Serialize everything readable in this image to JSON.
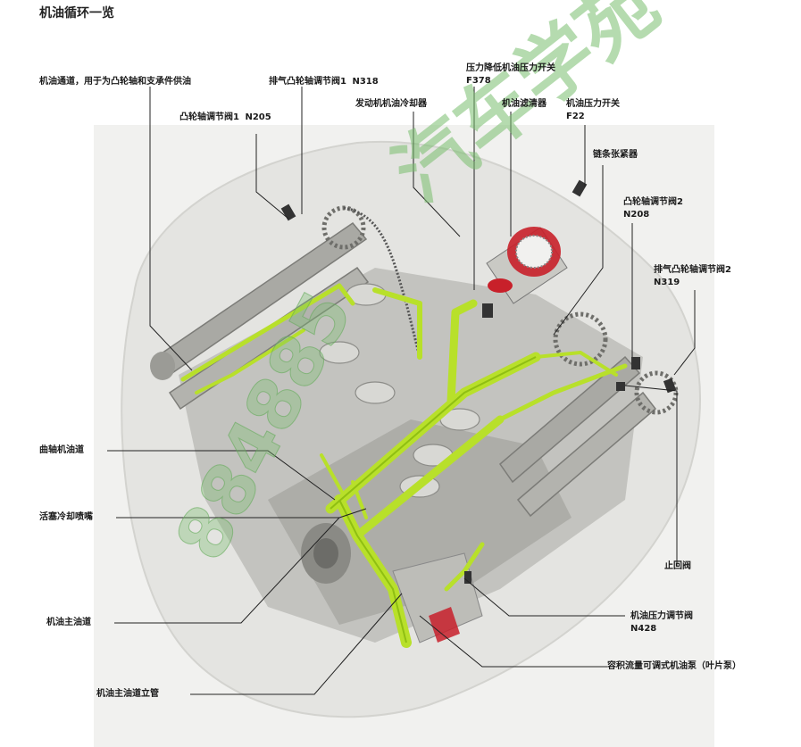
{
  "page_title": "机油循环一览",
  "watermark": {
    "line1": "汽车学苑",
    "line2": "884885"
  },
  "labels": {
    "oil_gallery_camshaft": "机油通道，用于为凸轮轴和支承件供油",
    "exhaust_cam_valve1_name": "排气凸轮轴调节阀1",
    "exhaust_cam_valve1_code": "N318",
    "cam_valve1_name": "凸轮轴调节阀1",
    "cam_valve1_code": "N205",
    "pressure_switch_low_name": "压力降低机油压力开关",
    "pressure_switch_low_code": "F378",
    "oil_cooler": "发动机机油冷却器",
    "oil_filter": "机油滤清器",
    "oil_pressure_switch_name": "机油压力开关",
    "oil_pressure_switch_code": "F22",
    "chain_tensioner": "链条张紧器",
    "cam_valve2_name": "凸轮轴调节阀2",
    "cam_valve2_code": "N208",
    "exhaust_cam_valve2_name": "排气凸轮轴调节阀2",
    "exhaust_cam_valve2_code": "N319",
    "crankshaft_gallery": "曲轴机油道",
    "piston_nozzle": "活塞冷却喷嘴",
    "check_valve": "止回阀",
    "main_gallery": "机油主油道",
    "pressure_control_valve_name": "机油压力调节阀",
    "pressure_control_valve_code": "N428",
    "oil_pump": "容积流量可调式机油泵（叶片泵）",
    "main_riser": "机油主油道立管"
  },
  "colors": {
    "oil_green": "#b8e02a",
    "oil_green_dark": "#8fbf12",
    "filter_red": "#c8202a",
    "engine_gray": "#c9c9c5",
    "ghost": "#e6e6e3"
  }
}
